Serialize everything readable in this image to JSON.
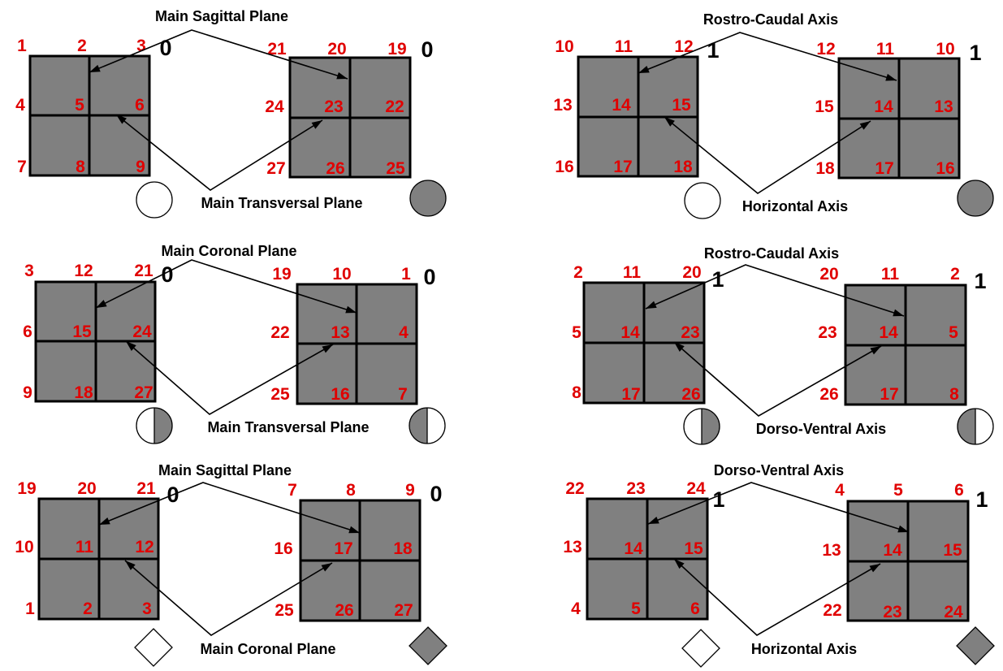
{
  "colors": {
    "cell_fill": "#808080",
    "cell_stroke": "#000000",
    "number_color": "#e00000",
    "label_color": "#000000"
  },
  "panels": [
    {
      "top_label": "Main Sagittal Plane",
      "bottom_label": "Main Transversal Plane",
      "left_grid": {
        "nums": [
          "1",
          "2",
          "3",
          "4",
          "5",
          "6",
          "7",
          "8",
          "9"
        ],
        "index": "0"
      },
      "right_grid": {
        "nums": [
          "21",
          "20",
          "19",
          "24",
          "23",
          "22",
          "27",
          "26",
          "25"
        ],
        "index": "0"
      },
      "left_symbol": "circle-white-icon",
      "right_symbol": "circle-gray-icon"
    },
    {
      "top_label": "Rostro-Caudal Axis",
      "bottom_label": "Horizontal Axis",
      "left_grid": {
        "nums": [
          "10",
          "11",
          "12",
          "13",
          "14",
          "15",
          "16",
          "17",
          "18"
        ],
        "index": "1"
      },
      "right_grid": {
        "nums": [
          "12",
          "11",
          "10",
          "15",
          "14",
          "13",
          "18",
          "17",
          "16"
        ],
        "index": "1"
      },
      "left_symbol": "circle-white-icon",
      "right_symbol": "circle-gray-icon"
    },
    {
      "top_label": "Main Coronal Plane",
      "bottom_label": "Main Transversal Plane",
      "left_grid": {
        "nums": [
          "3",
          "12",
          "21",
          "6",
          "15",
          "24",
          "9",
          "18",
          "27"
        ],
        "index": "0"
      },
      "right_grid": {
        "nums": [
          "19",
          "10",
          "1",
          "22",
          "13",
          "4",
          "25",
          "16",
          "7"
        ],
        "index": "0"
      },
      "left_symbol": "half-circle-white-left-icon",
      "right_symbol": "half-circle-gray-left-icon"
    },
    {
      "top_label": "Rostro-Caudal Axis",
      "bottom_label": "Dorso-Ventral Axis",
      "left_grid": {
        "nums": [
          "2",
          "11",
          "20",
          "5",
          "14",
          "23",
          "8",
          "17",
          "26"
        ],
        "index": "1"
      },
      "right_grid": {
        "nums": [
          "20",
          "11",
          "2",
          "23",
          "14",
          "5",
          "26",
          "17",
          "8"
        ],
        "index": "1"
      },
      "left_symbol": "half-circle-white-left-icon",
      "right_symbol": "half-circle-gray-left-icon"
    },
    {
      "top_label": "Main Sagittal Plane",
      "bottom_label": "Main Coronal Plane",
      "left_grid": {
        "nums": [
          "19",
          "20",
          "21",
          "10",
          "11",
          "12",
          "1",
          "2",
          "3"
        ],
        "index": "0"
      },
      "right_grid": {
        "nums": [
          "7",
          "8",
          "9",
          "16",
          "17",
          "18",
          "25",
          "26",
          "27"
        ],
        "index": "0"
      },
      "left_symbol": "diamond-white-icon",
      "right_symbol": "diamond-gray-icon"
    },
    {
      "top_label": "Dorso-Ventral Axis",
      "bottom_label": "Horizontal Axis",
      "left_grid": {
        "nums": [
          "22",
          "23",
          "24",
          "13",
          "14",
          "15",
          "4",
          "5",
          "6"
        ],
        "index": "1"
      },
      "right_grid": {
        "nums": [
          "4",
          "5",
          "6",
          "13",
          "14",
          "15",
          "22",
          "23",
          "24"
        ],
        "index": "1"
      },
      "left_symbol": "diamond-white-icon",
      "right_symbol": "diamond-gray-icon"
    }
  ]
}
